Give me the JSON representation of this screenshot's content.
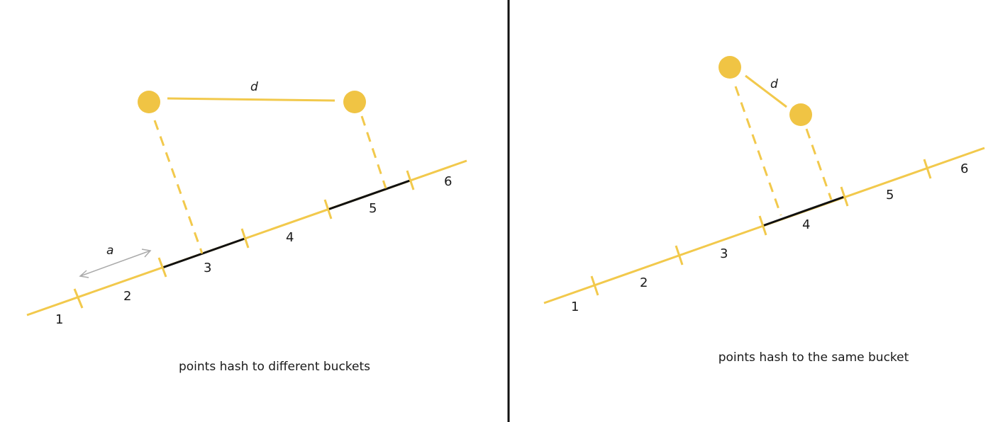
{
  "colors": {
    "accent": "#F2C94C",
    "point": "#F0C444",
    "highlight": "#111111",
    "arrow": "#AAAAAA",
    "divider": "#111111"
  },
  "left_panel": {
    "bucket_labels": [
      "1",
      "2",
      "3",
      "4",
      "5",
      "6"
    ],
    "distance_label": "d",
    "width_label": "a",
    "caption": "points hash to different buckets"
  },
  "right_panel": {
    "bucket_labels": [
      "1",
      "2",
      "3",
      "4",
      "5",
      "6"
    ],
    "distance_label": "d",
    "caption": "points hash to the same bucket"
  }
}
